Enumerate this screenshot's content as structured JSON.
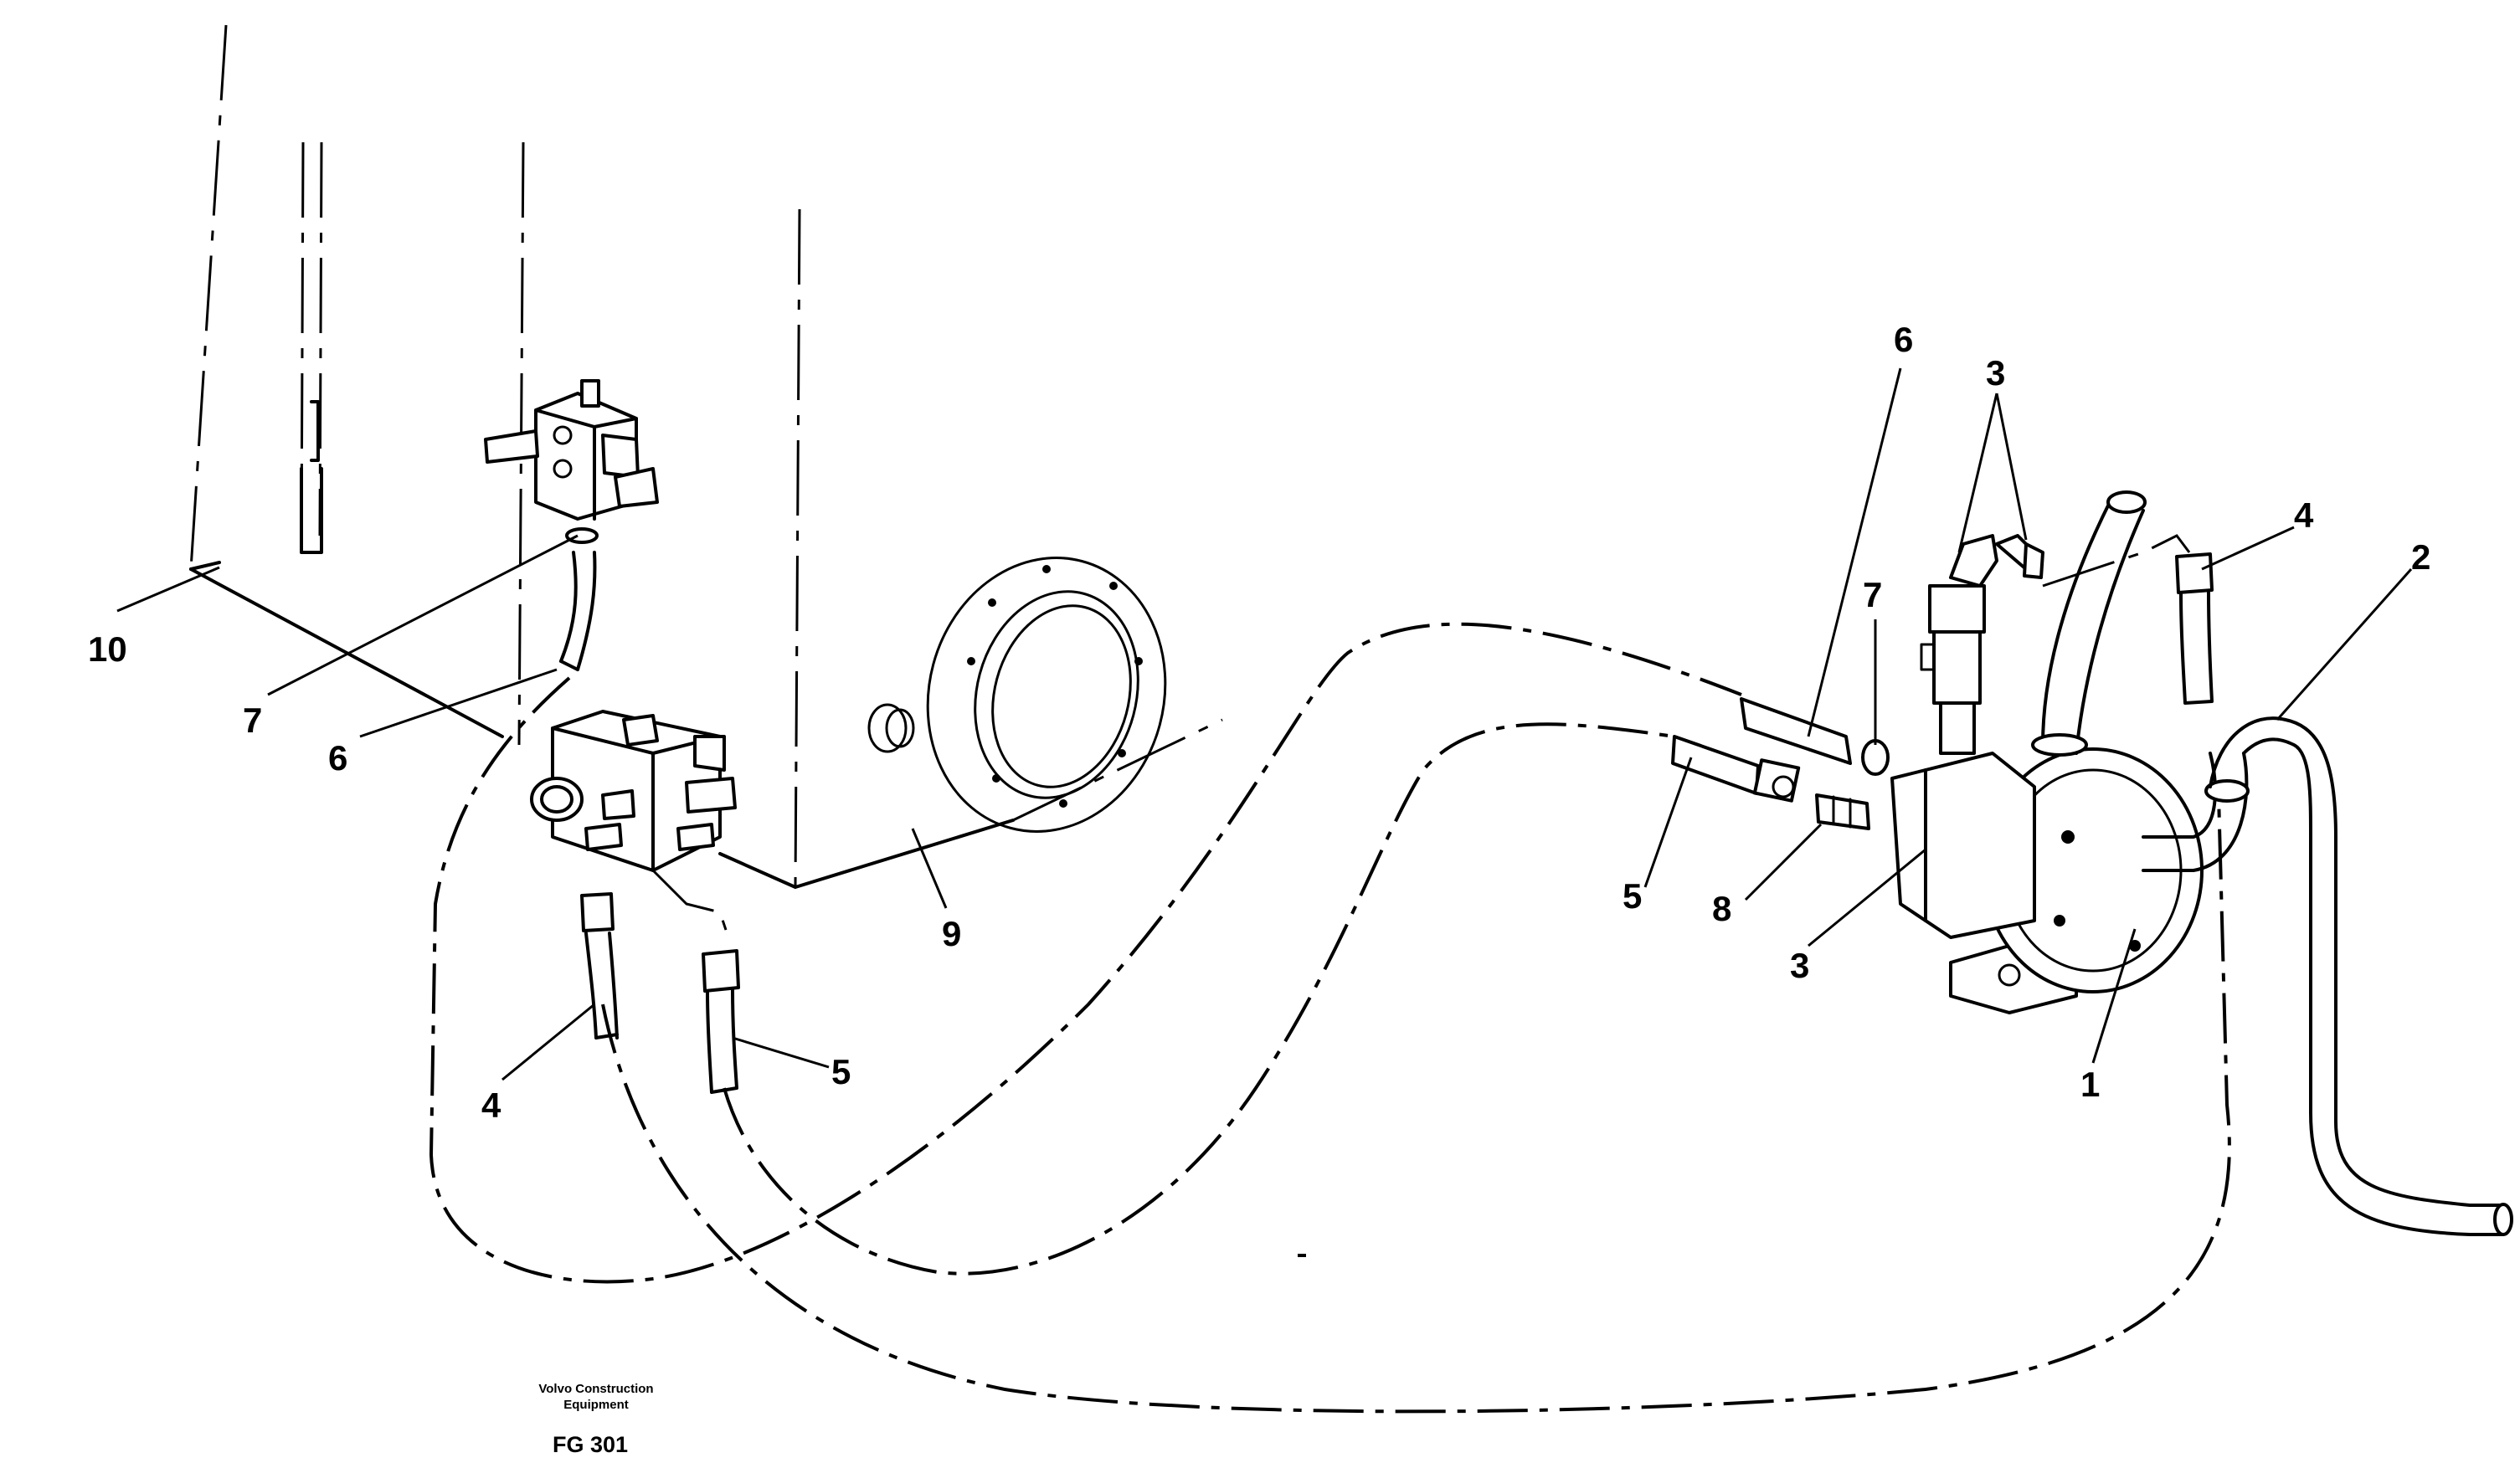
{
  "callouts": {
    "c10": "10",
    "c7_left": "7",
    "c6_left": "6",
    "c4_left": "4",
    "c5_left": "5",
    "c9": "9",
    "c6_right": "6",
    "c3_top": "3",
    "c7_right": "7",
    "c5_right": "5",
    "c8": "8",
    "c3_bottom": "3",
    "c4_right": "4",
    "c2": "2",
    "c1": "1"
  },
  "footer": {
    "line1": "Volvo Construction",
    "line2": "Equipment",
    "code": "FG 301"
  }
}
